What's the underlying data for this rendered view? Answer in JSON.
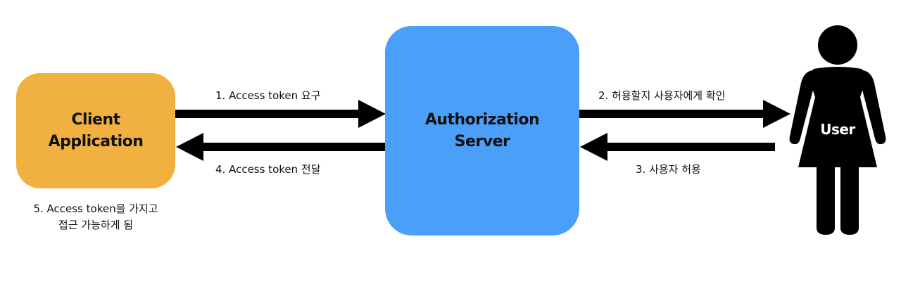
{
  "nodes": {
    "client": {
      "line1": "Client",
      "line2": "Application"
    },
    "server": {
      "line1": "Authorization",
      "line2": "Server"
    },
    "user": {
      "label": "User"
    }
  },
  "steps": {
    "step1": "1. Access token 요구",
    "step2": "2. 허용할지 사용자에게 확인",
    "step3": "3. 사용자 허용",
    "step4": "4. Access token 전달",
    "step5_line1": "5. Access token을 가지고",
    "step5_line2": "접근 가능하게 됨"
  },
  "colors": {
    "client_fill": "#f0b140",
    "server_fill": "#4a9ff8",
    "arrow": "#000000",
    "user_icon": "#000000"
  },
  "icons": {
    "user": "person-icon"
  }
}
